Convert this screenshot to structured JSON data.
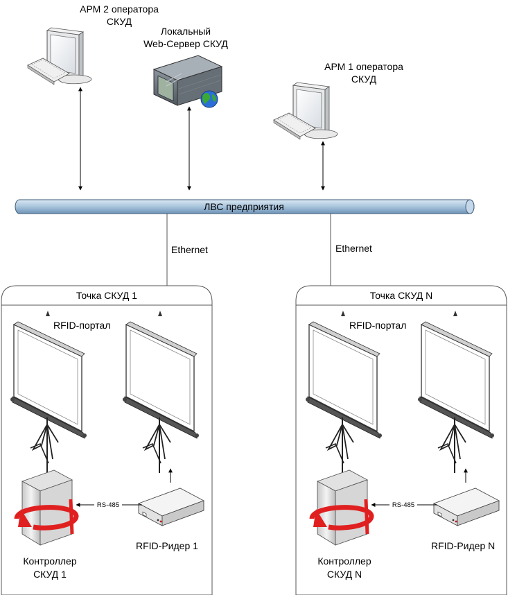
{
  "top_nodes": {
    "arm2": [
      "АРМ 2 оператора",
      "СКУД"
    ],
    "server": [
      "Локальный",
      "Web-Сервер СКУД"
    ],
    "arm1": [
      "АРМ 1 оператора",
      "СКУД"
    ]
  },
  "bus": {
    "label": "ЛВС предприятия",
    "fill_color": "#a8c4dc",
    "stroke_color": "#3d5b78"
  },
  "links": {
    "left": "Ethernet",
    "right": "Ethernet"
  },
  "points": [
    {
      "title": "Точка СКУД 1",
      "portal_label": "RFID-портал",
      "reader_label": "RFID-Ридер 1",
      "controller_label": [
        "Контроллер",
        "СКУД 1"
      ],
      "serial_label": "RS-485"
    },
    {
      "title": "Точка СКУД N",
      "portal_label": "RFID-портал",
      "reader_label": "RFID-Ридер N",
      "controller_label": [
        "Контроллер",
        "СКУД N"
      ],
      "serial_label": "RS-485"
    }
  ],
  "accent_colors": {
    "arrow_red": "#e02020",
    "globe_blue": "#2a6fd6",
    "globe_green": "#3aa832"
  }
}
